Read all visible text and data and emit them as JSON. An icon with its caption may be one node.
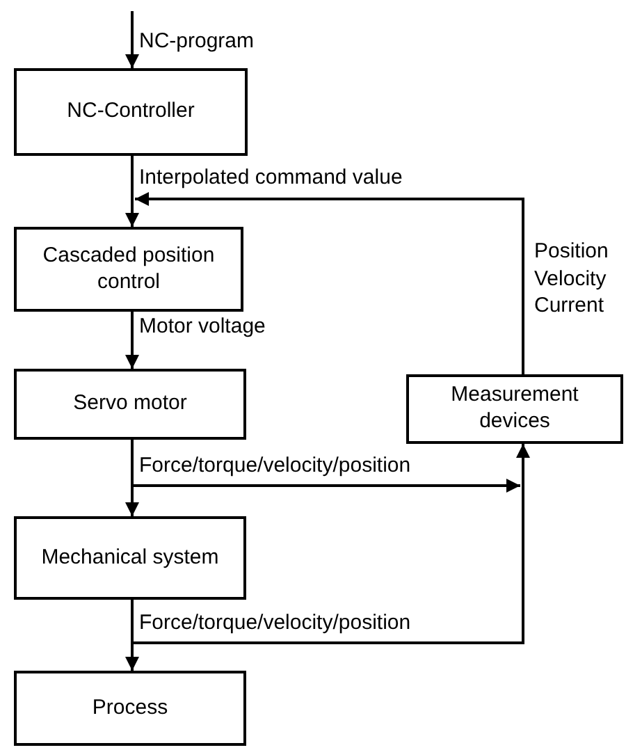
{
  "diagram": {
    "nodes": [
      {
        "text": [
          "NC-Controller"
        ]
      },
      {
        "text": [
          "Cascaded position control"
        ]
      },
      {
        "text": [
          "Servo motor"
        ]
      },
      {
        "text": [
          "Mechanical system"
        ]
      },
      {
        "text": [
          "Measurement devices"
        ]
      },
      {
        "text": [
          "Process"
        ]
      }
    ],
    "edges": [
      {
        "from": null,
        "to": 0,
        "arrow": "to",
        "label": "NC-program"
      },
      {
        "from": 0,
        "to": 1,
        "arrow": "to",
        "label": "Interpolated command value"
      },
      {
        "from": 1,
        "to": 2,
        "arrow": "to",
        "label": "Motor voltage"
      },
      {
        "from": 2,
        "to": 3,
        "arrow": "to"
      },
      {
        "from": 2,
        "to": 4,
        "arrow": "to",
        "label": "Force/torque/velocity/position"
      },
      {
        "from": 3,
        "to": 5,
        "arrow": "to"
      },
      {
        "from": 3,
        "to": 4,
        "arrow": "to",
        "label": "Force/torque/velocity/position"
      },
      {
        "from": 4,
        "to": 1,
        "arrow": "to",
        "label": "Position Velocity Current"
      }
    ]
  }
}
